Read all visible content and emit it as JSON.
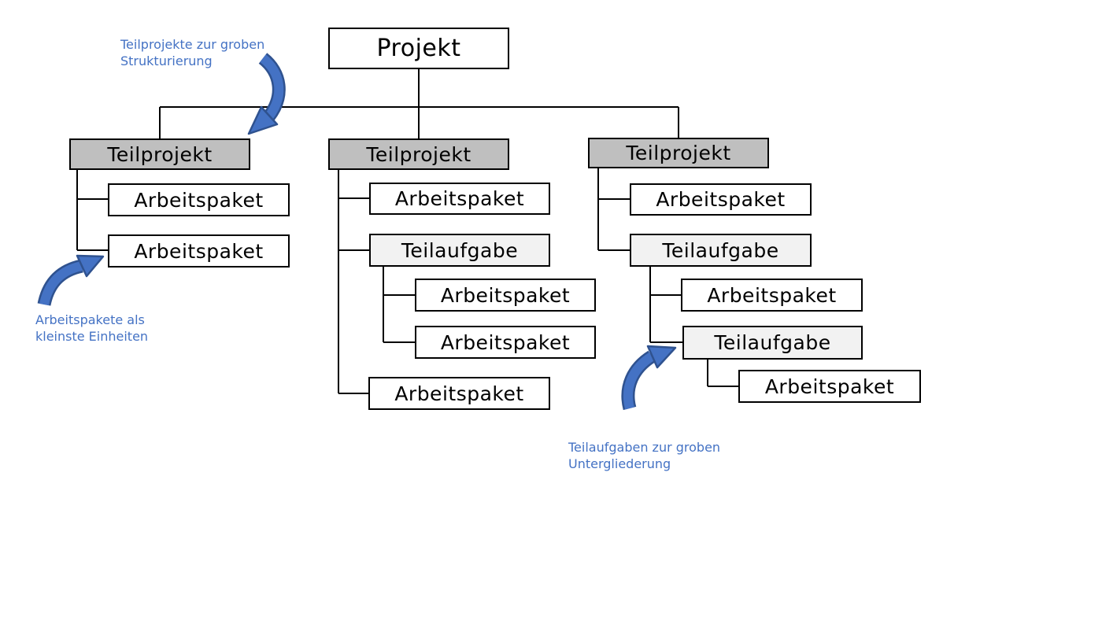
{
  "colors": {
    "box_border": "#000000",
    "connector": "#000000",
    "teilprojekt_fill": "#bfbfbf",
    "teilaufgabe_fill": "#f2f2f2",
    "arbeitspaket_fill": "#ffffff",
    "annotation_text": "#4472c4",
    "arrow_fill": "#4472c4",
    "arrow_outline": "#2f528f"
  },
  "tree": {
    "root": {
      "label": "Projekt"
    },
    "branches": [
      {
        "label": "Teilprojekt",
        "children": [
          {
            "label": "Arbeitspaket"
          },
          {
            "label": "Arbeitspaket"
          }
        ]
      },
      {
        "label": "Teilprojekt",
        "children": [
          {
            "label": "Arbeitspaket"
          },
          {
            "label": "Teilaufgabe",
            "children": [
              {
                "label": "Arbeitspaket"
              },
              {
                "label": "Arbeitspaket"
              }
            ]
          },
          {
            "label": "Arbeitspaket"
          }
        ]
      },
      {
        "label": "Teilprojekt",
        "children": [
          {
            "label": "Arbeitspaket"
          },
          {
            "label": "Teilaufgabe",
            "children": [
              {
                "label": "Arbeitspaket"
              },
              {
                "label": "Teilaufgabe",
                "children": [
                  {
                    "label": "Arbeitspaket"
                  }
                ]
              }
            ]
          }
        ]
      }
    ]
  },
  "annotations": {
    "teilprojekte": {
      "line1": "Teilprojekte zur groben",
      "line2": "Strukturierung"
    },
    "arbeitspakete": {
      "line1": "Arbeitspakete als",
      "line2": "kleinste Einheiten"
    },
    "teilaufgaben": {
      "line1": "Teilaufgaben zur groben",
      "line2": "Untergliederung"
    }
  }
}
